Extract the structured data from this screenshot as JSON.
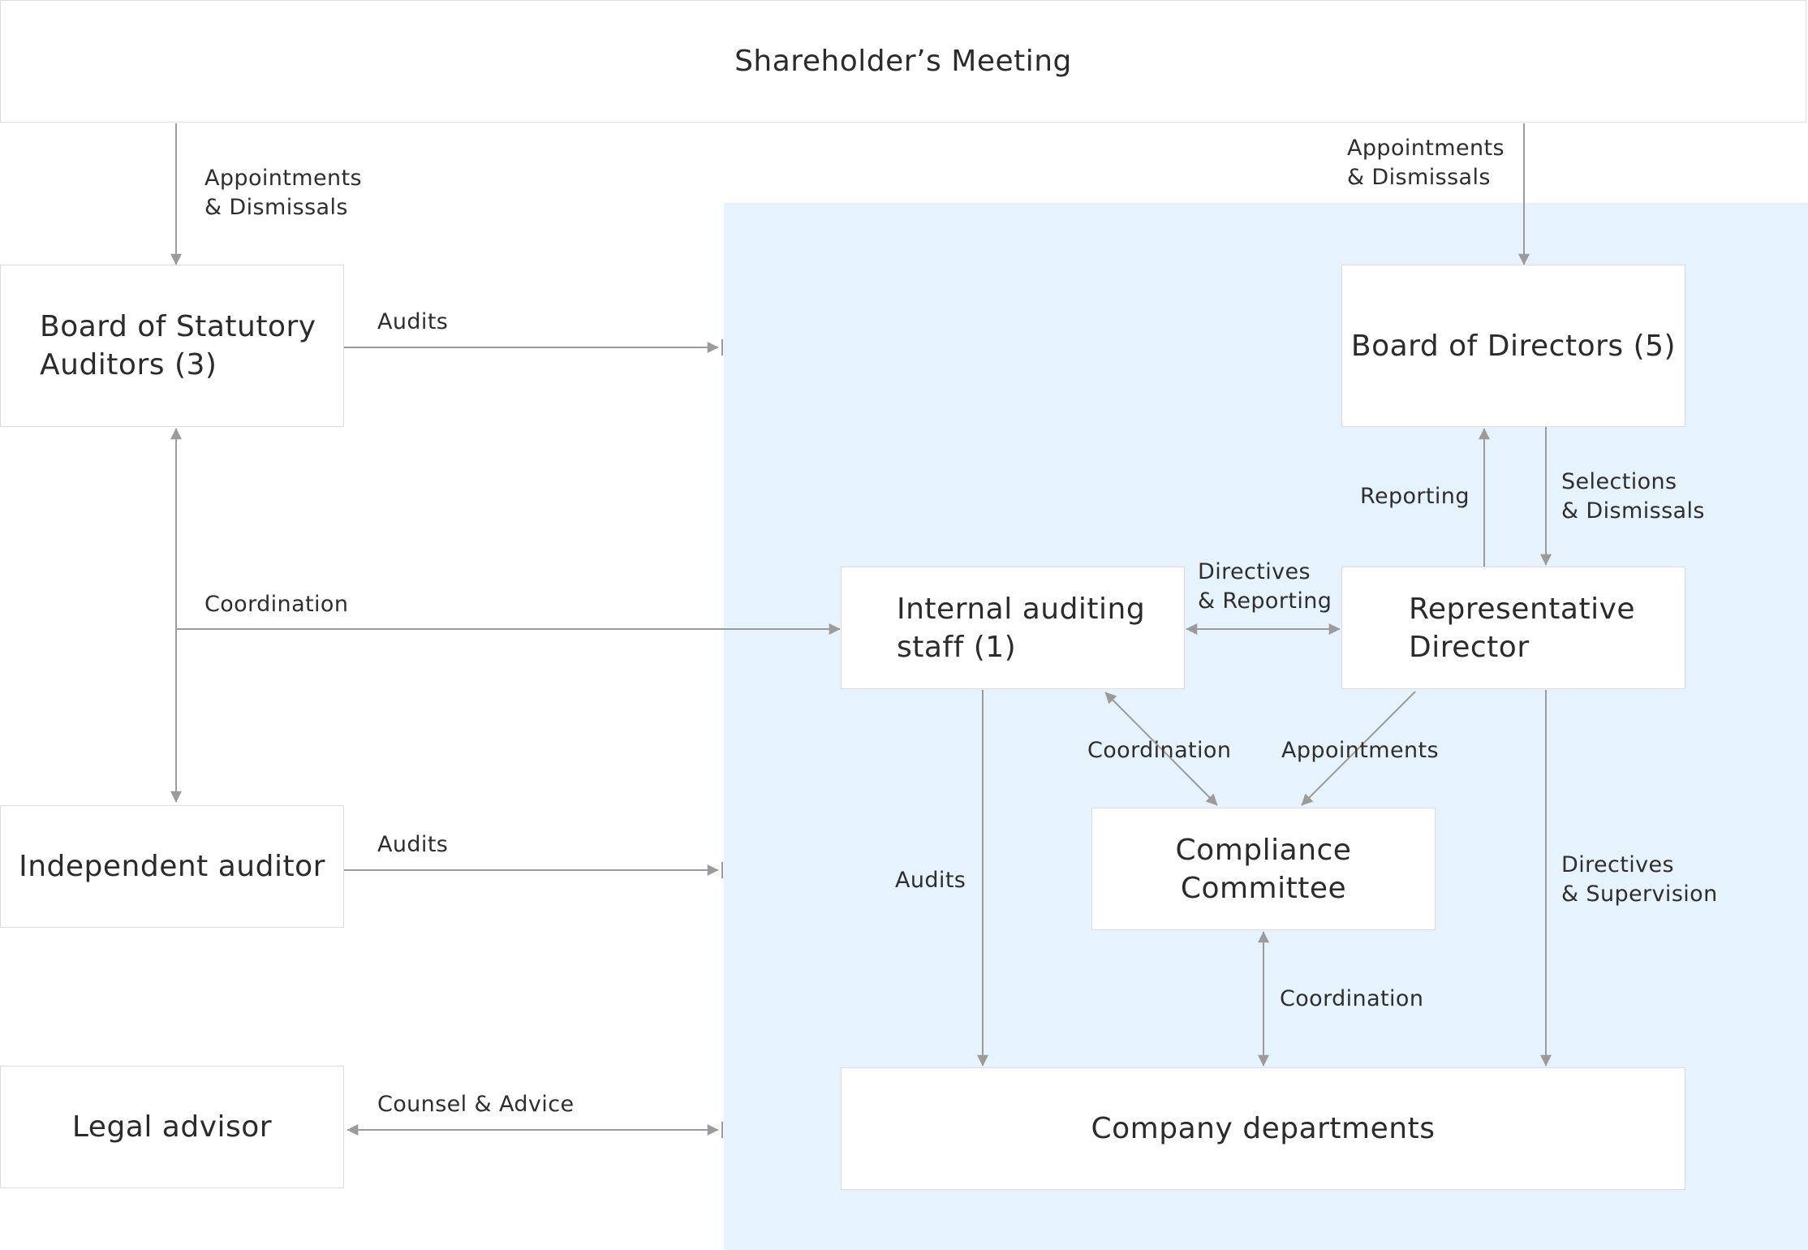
{
  "colors": {
    "region_fill": "#e6f3fc",
    "box_border": "#dcdcdc",
    "arrow": "#9b9b9b",
    "text": "#2b2b2b"
  },
  "nodes": {
    "shareholders_meeting": "Shareholder’s Meeting",
    "board_statutory_auditors": "Board of Statutory\nAuditors (3)",
    "board_of_directors": "Board of Directors (5)",
    "internal_auditing_staff": "Internal auditing\nstaff (1)",
    "representative_director": "Representative\nDirector",
    "compliance_committee": "Compliance\nCommittee",
    "independent_auditor": "Independent auditor",
    "legal_advisor": "Legal advisor",
    "company_departments": "Company departments"
  },
  "edges": {
    "appointments_dismissals_left": "Appointments\n& Dismissals",
    "appointments_dismissals_right": "Appointments\n& Dismissals",
    "audits_statutory": "Audits",
    "coordination_left": "Coordination",
    "audits_independent": "Audits",
    "counsel_advice": "Counsel & Advice",
    "reporting": "Reporting",
    "selections_dismissals": "Selections\n& Dismissals",
    "directives_reporting": "Directives\n& Reporting",
    "coordination_internal_compliance": "Coordination",
    "appointments_compliance": "Appointments",
    "audits_internal": "Audits",
    "coordination_compliance_departments": "Coordination",
    "directives_supervision": "Directives\n& Supervision"
  }
}
